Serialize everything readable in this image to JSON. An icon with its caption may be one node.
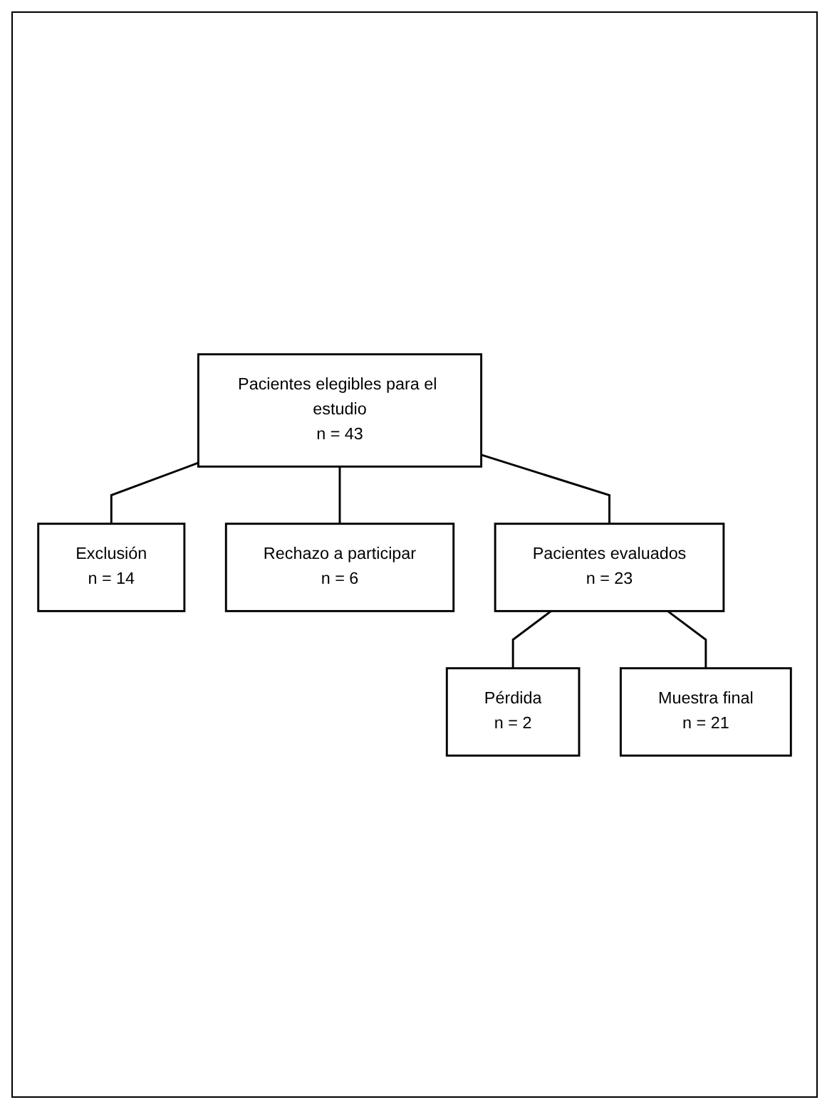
{
  "diagram": {
    "nodes": [
      {
        "text": [
          "Pacientes elegibles para el estudio",
          "n = 43"
        ]
      },
      {
        "text": [
          "Exclusión",
          "n = 14"
        ]
      },
      {
        "text": [
          "Rechazo a participar",
          "n = 6"
        ]
      },
      {
        "text": [
          "Pacientes evaluados",
          "n = 23"
        ]
      },
      {
        "text": [
          "Pérdida",
          "n = 2"
        ]
      },
      {
        "text": [
          "Muestra final",
          "n = 21"
        ]
      }
    ],
    "edges": [
      {
        "from": 0,
        "to": 1,
        "arrow": "none"
      },
      {
        "from": 0,
        "to": 2,
        "arrow": "none"
      },
      {
        "from": 0,
        "to": 3,
        "arrow": "none"
      },
      {
        "from": 3,
        "to": 4,
        "arrow": "none"
      },
      {
        "from": 3,
        "to": 5,
        "arrow": "none"
      }
    ]
  }
}
